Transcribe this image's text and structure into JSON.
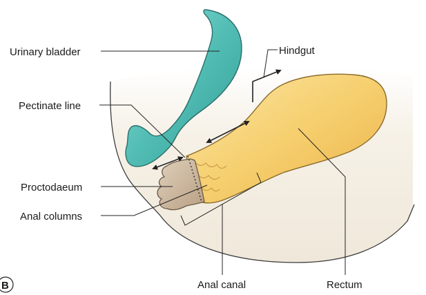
{
  "labels": {
    "urinary_bladder": "Urinary bladder",
    "pectinate_line": "Pectinate line",
    "proctodaeum": "Proctodaeum",
    "anal_columns": "Anal columns",
    "hindgut": "Hindgut",
    "rectum": "Rectum",
    "anal_canal": "Anal canal",
    "panel_letter": "B"
  },
  "colors": {
    "body_fill": "#f4efe4",
    "bladder_fill": "#5cc3bb",
    "rectum_fill": "#f6cf6e",
    "proctodaeum_fill": "#cdb9a0",
    "outline": "#3a3a3a"
  }
}
